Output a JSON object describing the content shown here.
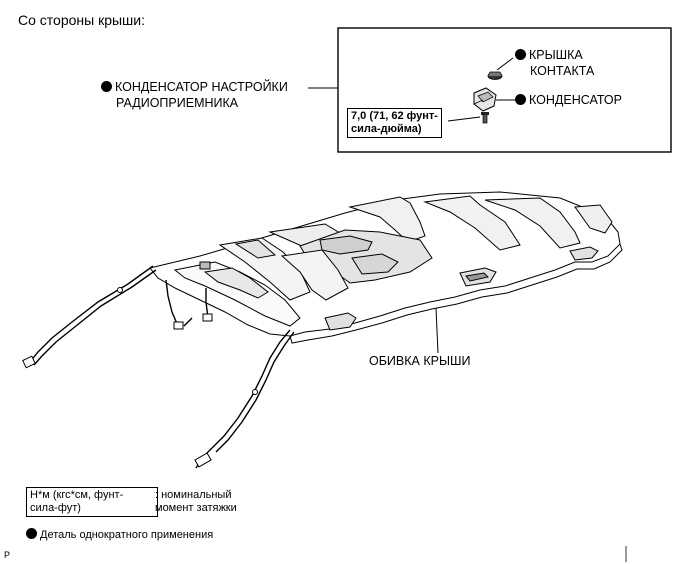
{
  "header": {
    "view_label": "Со стороны крыши:"
  },
  "labels": {
    "condenser_tuning_line1": "КОНДЕНСАТОР НАСТРОЙКИ",
    "condenser_tuning_line2": "РАДИОПРИЕМНИКА",
    "contact_cover_line1": "КРЫШКА",
    "contact_cover_line2": "КОНТАКТА",
    "condenser": "КОНДЕНСАТОР",
    "torque_line1": "7,0 (71, 62 фунт-",
    "torque_line2": "сила-дюйма)",
    "headliner": "ОБИВКА КРЫШИ"
  },
  "legend": {
    "torque_unit_line1": "Н*м (кгс*см, фунт-",
    "torque_unit_line2": "сила-фут)",
    "torque_desc_line1": ": номинальный",
    "torque_desc_line2": "момент затяжки",
    "non_reusable": "Деталь однократного применения"
  },
  "footer": {
    "corner_mark": "P"
  },
  "colors": {
    "ink": "#000000",
    "paper": "#ffffff",
    "shade": "#d9d9d9"
  }
}
